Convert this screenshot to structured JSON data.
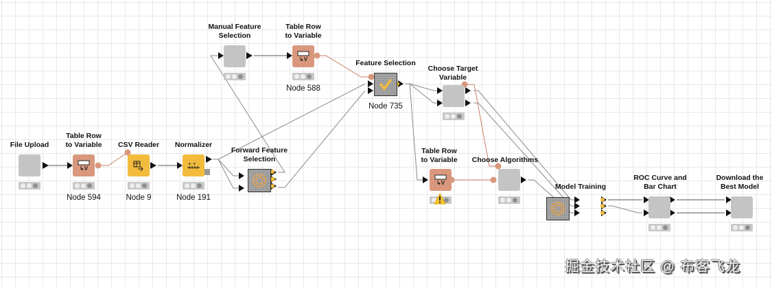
{
  "canvas": {
    "grid": true
  },
  "colors": {
    "flow_edge": "#8a8a8a",
    "variable_edge": "#c97f63",
    "port_flow": "#111111",
    "port_variable": "#d9987d",
    "port_meta": "#f2bb3c",
    "warning": "#f5c431"
  },
  "nodes": [
    {
      "id": "file-upload",
      "title": [
        "File Upload"
      ],
      "caption": "",
      "type": "gray",
      "icon": "none"
    },
    {
      "id": "table-row-594",
      "title": [
        "Table Row",
        "to Variable"
      ],
      "caption": "Node 594",
      "type": "salmon",
      "icon": "table-row-to-variable-icon"
    },
    {
      "id": "csv-reader",
      "title": [
        "CSV Reader"
      ],
      "caption": "Node 9",
      "type": "yellow",
      "icon": "csv-reader-icon"
    },
    {
      "id": "normalizer",
      "title": [
        "Normalizer"
      ],
      "caption": "Node 191",
      "type": "yellow",
      "icon": "normalizer-icon"
    },
    {
      "id": "forward-feature-selection",
      "title": [
        "Forward Feature",
        "Selection"
      ],
      "caption": "",
      "type": "meta",
      "icon": "loop-icon"
    },
    {
      "id": "manual-feature-selection",
      "title": [
        "Manual Feature",
        "Selection"
      ],
      "caption": "",
      "type": "gray",
      "icon": "none"
    },
    {
      "id": "table-row-588",
      "title": [
        "Table Row",
        "to Variable"
      ],
      "caption": "Node 588",
      "type": "salmon",
      "icon": "table-row-to-variable-icon"
    },
    {
      "id": "feature-selection",
      "title": [
        "Feature Selection"
      ],
      "caption": "Node 735",
      "type": "meta",
      "icon": "checkmark-icon"
    },
    {
      "id": "choose-target-variable",
      "title": [
        "Choose Target",
        "Variable"
      ],
      "caption": "",
      "type": "gray",
      "icon": "none"
    },
    {
      "id": "table-row-2",
      "title": [
        "Table Row",
        "to Variable"
      ],
      "caption": "",
      "type": "salmon",
      "icon": "table-row-to-variable-icon",
      "status": "warning"
    },
    {
      "id": "choose-algorithms",
      "title": [
        "Choose Algorithms"
      ],
      "caption": "",
      "type": "gray",
      "icon": "none"
    },
    {
      "id": "model-training",
      "title": [
        "Model Training"
      ],
      "caption": "",
      "type": "meta",
      "icon": "loop-icon"
    },
    {
      "id": "roc-curve",
      "title": [
        "ROC Curve and",
        "Bar Chart"
      ],
      "caption": "",
      "type": "gray",
      "icon": "none"
    },
    {
      "id": "download-best-model",
      "title": [
        "Download the",
        "Best Model"
      ],
      "caption": "",
      "type": "gray",
      "icon": "none"
    }
  ],
  "labels": {
    "file_upload": "File Upload",
    "trv594_1": "Table Row",
    "trv594_2": "to Variable",
    "trv594_cap": "Node 594",
    "csv": "CSV Reader",
    "csv_cap": "Node 9",
    "norm": "Normalizer",
    "norm_cap": "Node 191",
    "ffs_1": "Forward Feature",
    "ffs_2": "Selection",
    "mfs_1": "Manual Feature",
    "mfs_2": "Selection",
    "trv588_1": "Table Row",
    "trv588_2": "to Variable",
    "trv588_cap": "Node 588",
    "fs": "Feature Selection",
    "fs_cap": "Node 735",
    "ctv_1": "Choose Target",
    "ctv_2": "Variable",
    "trv3_1": "Table Row",
    "trv3_2": "to Variable",
    "ca": "Choose Algorithms",
    "mt": "Model Training",
    "roc_1": "ROC Curve and",
    "roc_2": "Bar Chart",
    "dl_1": "Download the",
    "dl_2": "Best Model"
  },
  "watermark": "掘金技术社区 @ 布客飞龙"
}
